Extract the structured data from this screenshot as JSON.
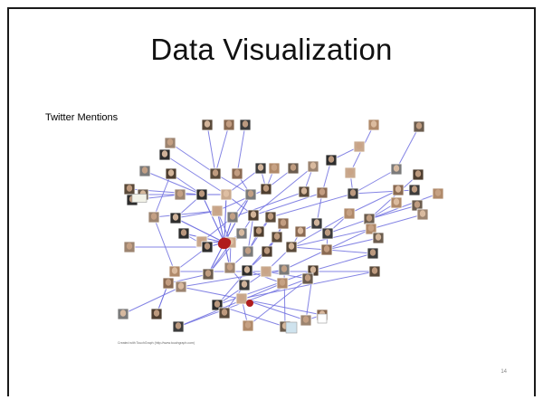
{
  "slide": {
    "title": "Data Visualization",
    "subtitle": "Twitter Mentions",
    "page_number": "14",
    "credit": "Created with TouchGraph (http://www.touchgraph.com)"
  },
  "graph": {
    "edge_color": "#6f6fe0",
    "center_color": "#b01c1c",
    "photo_colors": [
      "#5a4a3a",
      "#8a6a52",
      "#3c3c3c",
      "#b08a6a",
      "#6b5c4e",
      "#9c8470",
      "#2d2d2d",
      "#c9a98e",
      "#7a7a7a",
      "#4e3e30"
    ]
  }
}
